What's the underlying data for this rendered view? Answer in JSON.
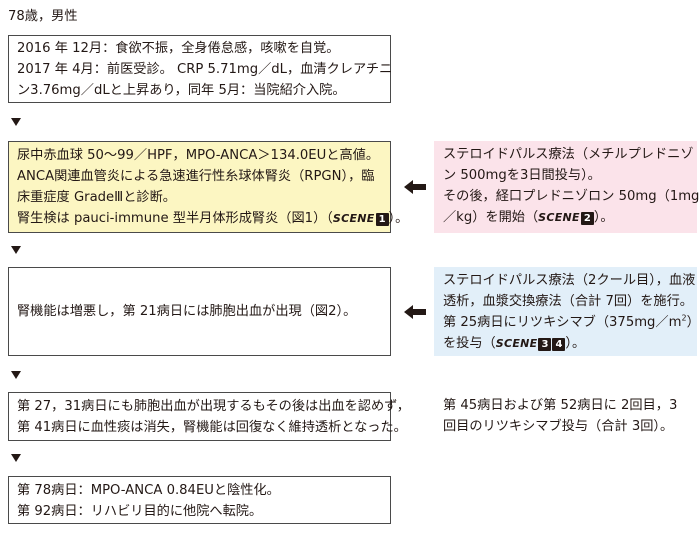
{
  "patient": "78歳，男性",
  "colors": {
    "yellow": "#fcf6c2",
    "pink": "#fbe3ea",
    "blue": "#e2eff9",
    "border": "#4a4a4a",
    "text": "#231815"
  },
  "box1": {
    "l1": "2016 年 12月：食欲不振，全身倦怠感，咳嗽を自覚。",
    "l2": "2017 年 4月：前医受診。 CRP 5.71mg／dL，血清クレアチニ",
    "l3": "ン3.76mg／dLと上昇あり，同年 5月：当院紹介入院。"
  },
  "box2": {
    "l1": "尿中赤血球 50〜99／HPF，MPO-ANCA＞134.0EUと高値。",
    "l2": "ANCA関連血管炎による急速進行性糸球体腎炎（RPGN），臨",
    "l3": "床重症度 GradeⅢと診断。",
    "l4": "腎生検は pauci-immune 型半月体形成腎炎（図1）（",
    "scene": "SCENE",
    "n1": "1",
    "end": "）。"
  },
  "side2": {
    "l1": "ステロイドパルス療法（メチルプレドニゾ",
    "l2": "ン 500mgを3日間投与）。",
    "l3": "その後，経口プレドニゾロン 50mg（1mg",
    "l4a": "／kg）を開始（",
    "scene": "SCENE",
    "n1": "2",
    "end": "）。"
  },
  "box3": {
    "l1": "腎機能は増悪し，第 21病日には肺胞出血が出現（図2）。"
  },
  "side3": {
    "l1": "ステロイドパルス療法（2クール目），血液",
    "l2": "透析，血漿交換療法（合計 7回）を施行。",
    "l3a": "第 25病日にリツキシマブ（375mg／m",
    "l3sup": "2",
    "l3b": "）",
    "l4a": "を投与（",
    "scene": "SCENE",
    "n1": "3",
    "n2": "4",
    "end": "）。"
  },
  "box4": {
    "l1": "第 27，31病日にも肺胞出血が出現するもその後は出血を認めず，",
    "l2": "第 41病日に血性痰は消失，腎機能は回復なく維持透析となった。"
  },
  "side4": {
    "l1": "第 45病日および第 52病日に 2回目，3",
    "l2": "回目のリツキシマブ投与（合計 3回）。"
  },
  "box5": {
    "l1": "第 78病日：MPO-ANCA 0.84EUと陰性化。",
    "l2": "第 92病日：リハビリ目的に他院へ転院。"
  }
}
